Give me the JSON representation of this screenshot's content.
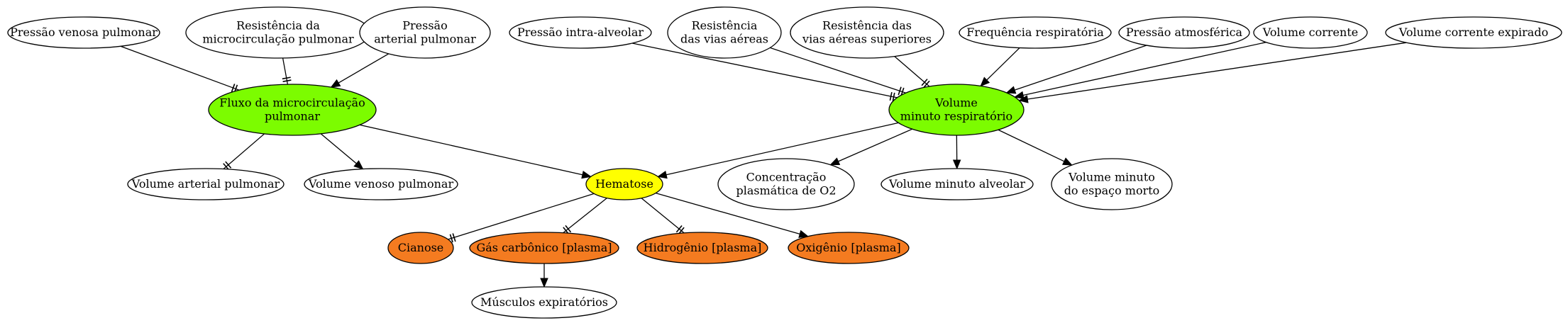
{
  "colors": {
    "default": "#ffffff",
    "green": "#7cfc00",
    "yellow": "#ffff00",
    "orange": "#f47b20"
  },
  "nodes": [
    {
      "id": "pressao_venosa_pulmonar",
      "lines": [
        "Pressão venosa pulmonar"
      ],
      "fill": "default"
    },
    {
      "id": "resistencia_microcirculacao",
      "lines": [
        "Resistência da",
        "microcirculação pulmonar"
      ],
      "fill": "default"
    },
    {
      "id": "pressao_arterial_pulmonar",
      "lines": [
        "Pressão",
        "arterial pulmonar"
      ],
      "fill": "default"
    },
    {
      "id": "pressao_intra_alveolar",
      "lines": [
        "Pressão intra-alveolar"
      ],
      "fill": "default"
    },
    {
      "id": "resistencia_vias_aereas",
      "lines": [
        "Resistência",
        "das vias aéreas"
      ],
      "fill": "default"
    },
    {
      "id": "resistencia_vias_aereas_superiores",
      "lines": [
        "Resistência das",
        "vias aéreas superiores"
      ],
      "fill": "default"
    },
    {
      "id": "frequencia_respiratoria",
      "lines": [
        "Frequência respiratória"
      ],
      "fill": "default"
    },
    {
      "id": "pressao_atmosferica",
      "lines": [
        "Pressão atmosférica"
      ],
      "fill": "default"
    },
    {
      "id": "volume_corrente",
      "lines": [
        "Volume corrente"
      ],
      "fill": "default"
    },
    {
      "id": "volume_corrente_expirado",
      "lines": [
        "Volume corrente expirado"
      ],
      "fill": "default"
    },
    {
      "id": "fluxo_microcirculacao",
      "lines": [
        "Fluxo da microcirculação",
        "pulmonar"
      ],
      "fill": "green"
    },
    {
      "id": "volume_minuto_respiratorio",
      "lines": [
        "Volume",
        "minuto respiratório"
      ],
      "fill": "green"
    },
    {
      "id": "volume_arterial_pulmonar",
      "lines": [
        "Volume arterial pulmonar"
      ],
      "fill": "default"
    },
    {
      "id": "volume_venoso_pulmonar",
      "lines": [
        "Volume venoso pulmonar"
      ],
      "fill": "default"
    },
    {
      "id": "hematose",
      "lines": [
        "Hematose"
      ],
      "fill": "yellow"
    },
    {
      "id": "concentracao_plasmatica_o2",
      "lines": [
        "Concentração",
        "plasmática de O2"
      ],
      "fill": "default"
    },
    {
      "id": "volume_minuto_alveolar",
      "lines": [
        "Volume minuto alveolar"
      ],
      "fill": "default"
    },
    {
      "id": "volume_minuto_espaco_morto",
      "lines": [
        "Volume minuto",
        "do espaço morto"
      ],
      "fill": "default"
    },
    {
      "id": "cianose",
      "lines": [
        "Cianose"
      ],
      "fill": "orange"
    },
    {
      "id": "gas_carbonico_plasma",
      "lines": [
        "Gás carbônico [plasma]"
      ],
      "fill": "orange"
    },
    {
      "id": "hidrogenio_plasma",
      "lines": [
        "Hidrogênio [plasma]"
      ],
      "fill": "orange"
    },
    {
      "id": "oxigenio_plasma",
      "lines": [
        "Oxigênio [plasma]"
      ],
      "fill": "orange"
    },
    {
      "id": "musculos_expiratorios",
      "lines": [
        "Músculos expiratórios"
      ],
      "fill": "default"
    }
  ],
  "edges": [
    {
      "from": "pressao_venosa_pulmonar",
      "to": "fluxo_microcirculacao",
      "kind": "inverse"
    },
    {
      "from": "resistencia_microcirculacao",
      "to": "fluxo_microcirculacao",
      "kind": "inverse"
    },
    {
      "from": "pressao_arterial_pulmonar",
      "to": "fluxo_microcirculacao",
      "kind": "direct"
    },
    {
      "from": "pressao_intra_alveolar",
      "to": "volume_minuto_respiratorio",
      "kind": "inverse"
    },
    {
      "from": "resistencia_vias_aereas",
      "to": "volume_minuto_respiratorio",
      "kind": "inverse"
    },
    {
      "from": "resistencia_vias_aereas_superiores",
      "to": "volume_minuto_respiratorio",
      "kind": "inverse"
    },
    {
      "from": "frequencia_respiratoria",
      "to": "volume_minuto_respiratorio",
      "kind": "direct"
    },
    {
      "from": "pressao_atmosferica",
      "to": "volume_minuto_respiratorio",
      "kind": "direct"
    },
    {
      "from": "volume_corrente",
      "to": "volume_minuto_respiratorio",
      "kind": "direct"
    },
    {
      "from": "volume_corrente_expirado",
      "to": "volume_minuto_respiratorio",
      "kind": "direct"
    },
    {
      "from": "fluxo_microcirculacao",
      "to": "volume_arterial_pulmonar",
      "kind": "inverse"
    },
    {
      "from": "fluxo_microcirculacao",
      "to": "volume_venoso_pulmonar",
      "kind": "direct"
    },
    {
      "from": "fluxo_microcirculacao",
      "to": "hematose",
      "kind": "direct"
    },
    {
      "from": "volume_minuto_respiratorio",
      "to": "hematose",
      "kind": "direct"
    },
    {
      "from": "volume_minuto_respiratorio",
      "to": "concentracao_plasmatica_o2",
      "kind": "direct"
    },
    {
      "from": "volume_minuto_respiratorio",
      "to": "volume_minuto_alveolar",
      "kind": "direct"
    },
    {
      "from": "volume_minuto_respiratorio",
      "to": "volume_minuto_espaco_morto",
      "kind": "direct"
    },
    {
      "from": "hematose",
      "to": "cianose",
      "kind": "inverse"
    },
    {
      "from": "hematose",
      "to": "gas_carbonico_plasma",
      "kind": "inverse"
    },
    {
      "from": "hematose",
      "to": "hidrogenio_plasma",
      "kind": "inverse"
    },
    {
      "from": "hematose",
      "to": "oxigenio_plasma",
      "kind": "direct"
    },
    {
      "from": "gas_carbonico_plasma",
      "to": "musculos_expiratorios",
      "kind": "direct"
    }
  ]
}
